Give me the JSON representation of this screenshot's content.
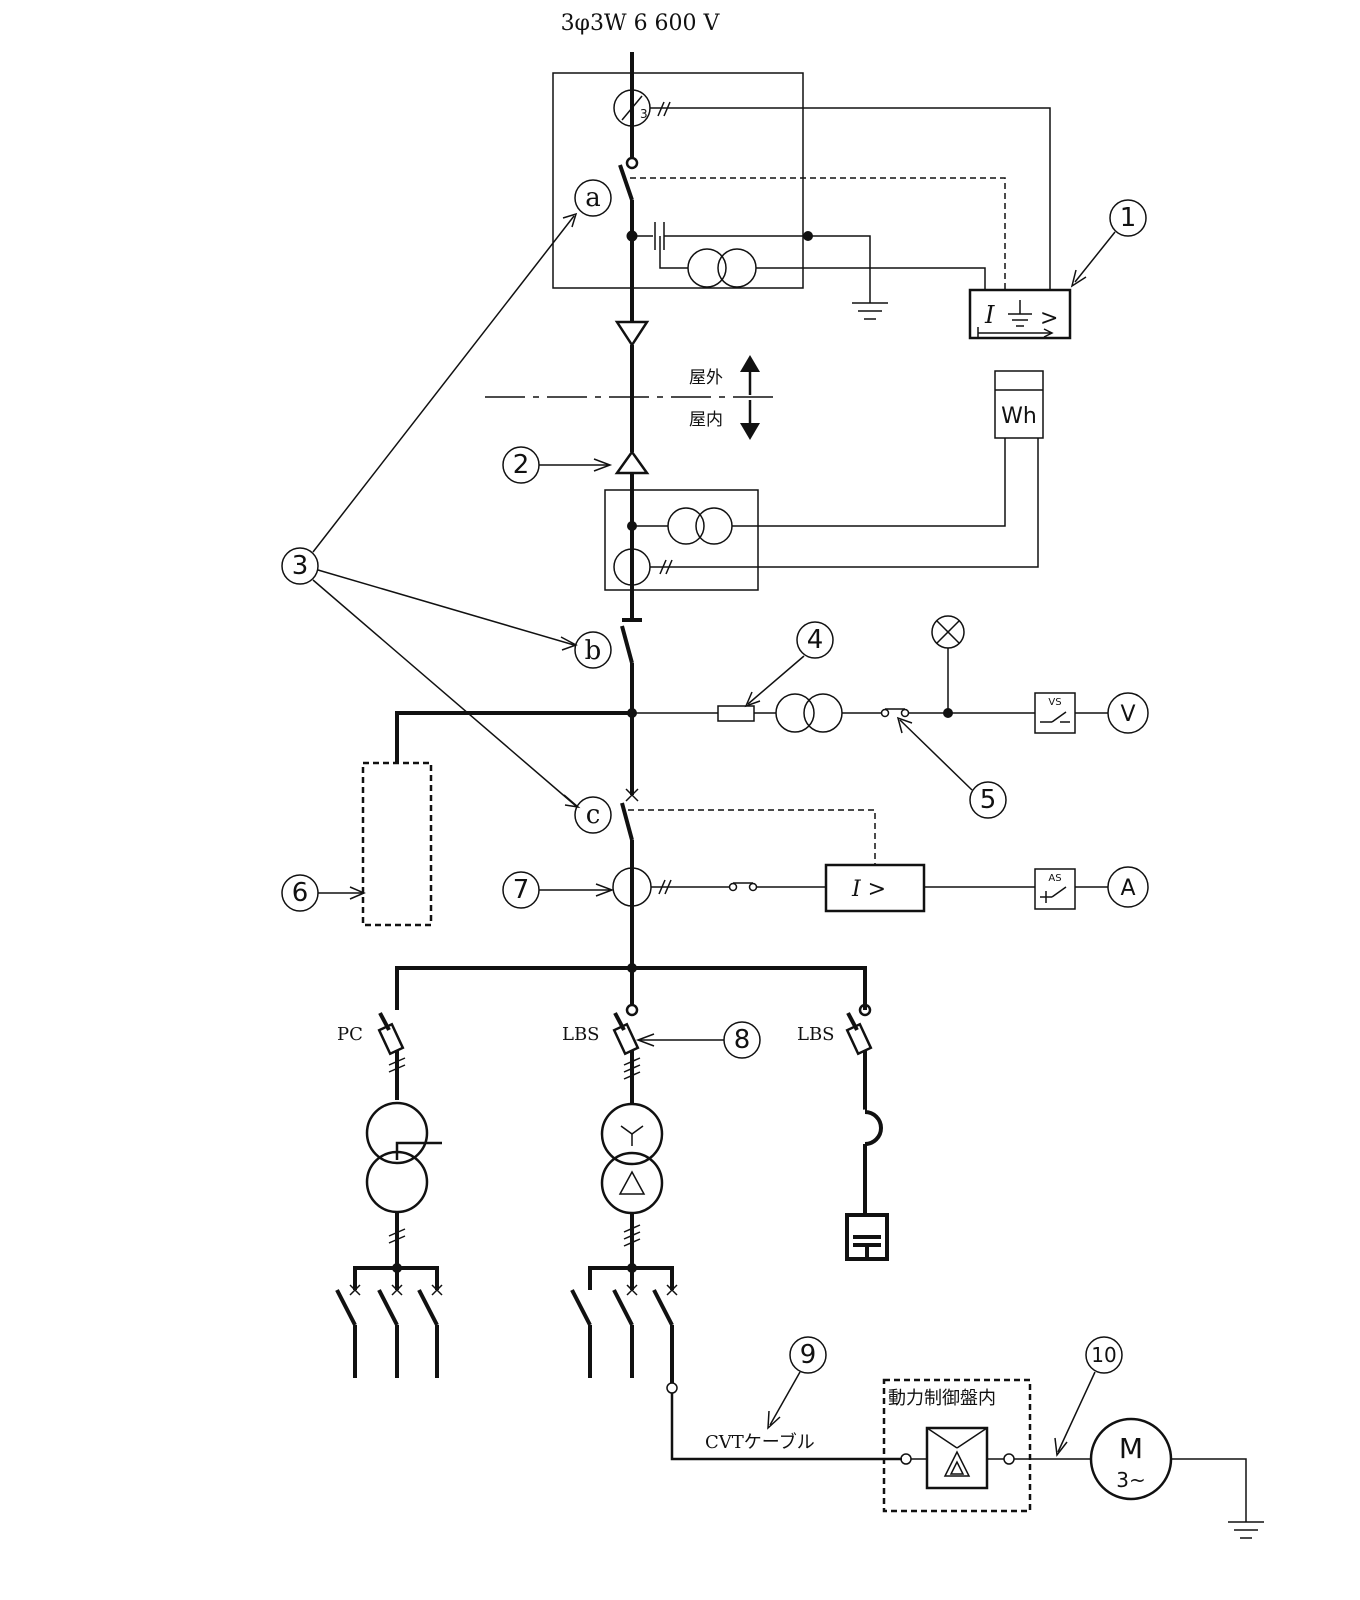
{
  "title": "3φ3W  6 600 V",
  "zones": {
    "outdoor": "屋外",
    "indoor": "屋内"
  },
  "markers": {
    "m1": "1",
    "m2": "2",
    "m3": "3",
    "m4": "4",
    "m5": "5",
    "m6": "6",
    "m7": "7",
    "m8": "8",
    "m9": "9",
    "m10": "10"
  },
  "letters": {
    "a": "a",
    "b": "b",
    "c": "c"
  },
  "labels": {
    "pc": "PC",
    "lbs1": "LBS",
    "lbs2": "LBS",
    "cable": "CVTケーブル",
    "control_panel": "動力制御盤内",
    "meter_wh": "Wh",
    "volt_switch": "VS",
    "amm_switch": "AS",
    "voltmeter": "V",
    "ammeter": "A",
    "motor": "M",
    "motor_phase": "3~",
    "zct_3": "3",
    "relay_gr": "I ⏚ >",
    "relay_oc": "I  >"
  }
}
